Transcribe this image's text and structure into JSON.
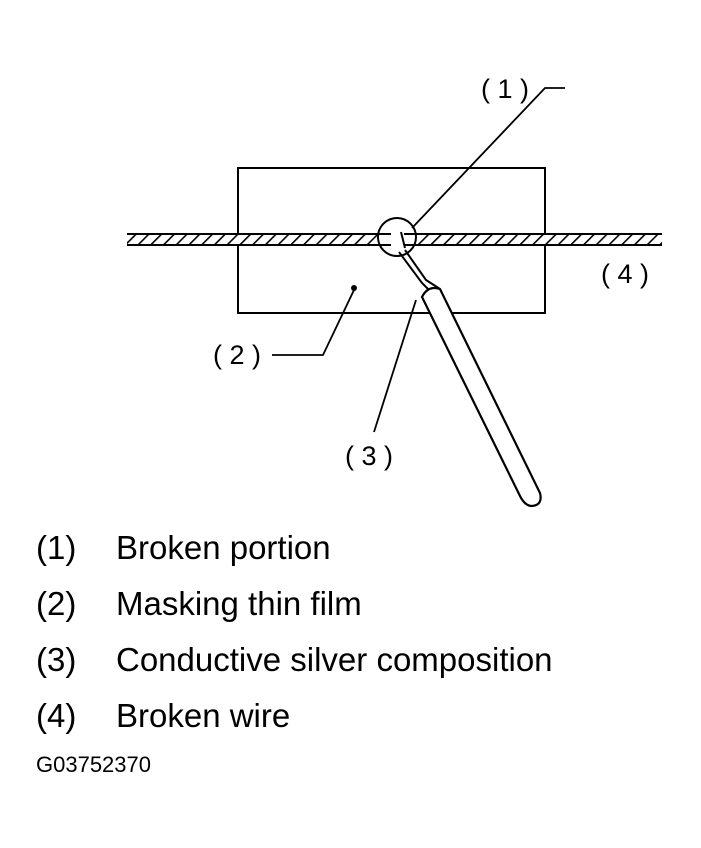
{
  "callouts": {
    "c1": "( 1 )",
    "c2": "( 2 )",
    "c3": "( 3 )",
    "c4": "( 4 )"
  },
  "legend": [
    {
      "num": "(1)",
      "label": "Broken portion"
    },
    {
      "num": "(2)",
      "label": "Masking thin film"
    },
    {
      "num": "(3)",
      "label": "Conductive silver composition"
    },
    {
      "num": "(4)",
      "label": "Broken wire"
    }
  ],
  "figure_code": "G03752370",
  "colors": {
    "ink": "#000000",
    "background": "#ffffff"
  }
}
